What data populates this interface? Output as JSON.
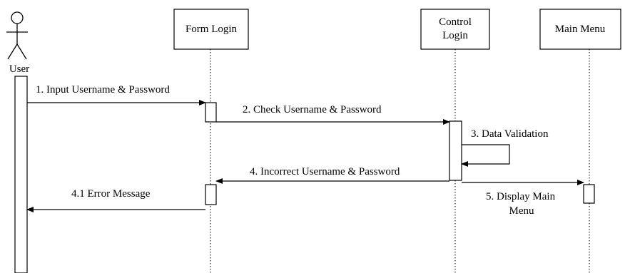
{
  "participants": {
    "user": "User",
    "form_login": "Form Login",
    "control_login_line1": "Control",
    "control_login_line2": "Login",
    "main_menu": "Main Menu"
  },
  "messages": {
    "m1": "1.   Input Username & Password",
    "m2": "2. Check Username & Password",
    "m3": "3. Data Validation",
    "m4": "4. Incorrect Username & Password",
    "m41": "4.1 Error Message",
    "m5_line1": "5. Display Main",
    "m5_line2": "Menu"
  }
}
